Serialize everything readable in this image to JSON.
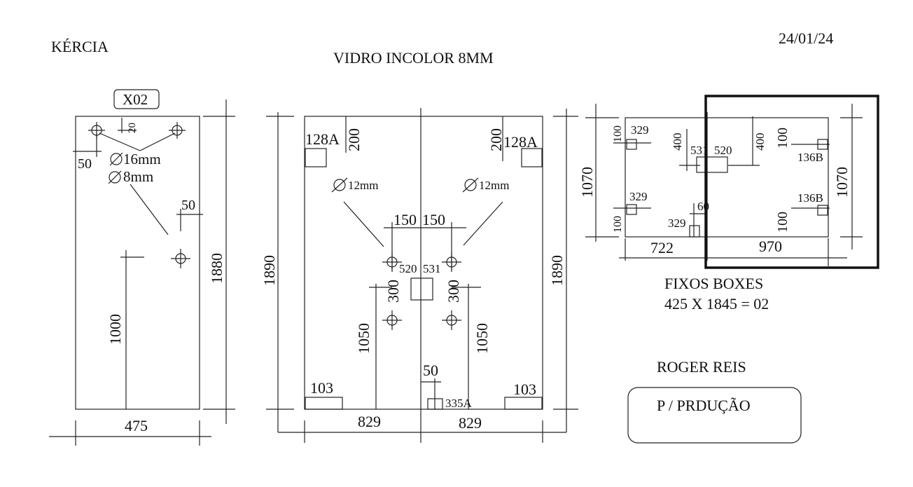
{
  "header": {
    "client": "KÉRCIA",
    "material": "VIDRO INCOLOR 8MM",
    "date": "24/01/24"
  },
  "panel_left": {
    "code": "X02",
    "hole_16": "16mm",
    "hole_8": "8mm",
    "dim_20": "20",
    "dim_50a": "50",
    "dim_50b": "50",
    "dim_1000": "1000",
    "dim_1880": "1880",
    "dim_475": "475"
  },
  "panel_middle": {
    "dim_1890_left": "1890",
    "dim_1890_right": "1890",
    "label_128a_left": "128A",
    "label_128a_right": "128A",
    "dim_200_left": "200",
    "dim_200_right": "200",
    "hole_12_left": "12mm",
    "hole_12_right": "12mm",
    "dim_150_left": "150",
    "dim_150_right": "150",
    "label_520": "520",
    "label_531": "531",
    "dim_300_left": "300",
    "dim_300_right": "300",
    "dim_1050_left": "1050",
    "dim_1050_right": "1050",
    "label_103_left": "103",
    "label_103_right": "103",
    "dim_50": "50",
    "label_335a": "335A",
    "dim_829_left": "829",
    "dim_829_right": "829"
  },
  "panel_right": {
    "dim_1070_left": "1070",
    "dim_1070_right": "1070",
    "dim_100_tl": "100",
    "dim_100_bl": "100",
    "dim_100_tr": "100",
    "dim_100_br": "100",
    "label_329_top": "329",
    "label_329_mid": "329",
    "label_329_bottom": "329",
    "dim_400_left": "400",
    "dim_400_right": "400",
    "label_531": "531",
    "label_520": "520",
    "dim_60": "60",
    "label_136b_top": "136B",
    "label_136b_bottom": "136B",
    "dim_722": "722",
    "dim_970": "970"
  },
  "notes": {
    "fixos_title": "FIXOS BOXES",
    "fixos_dims": "425 X 1845 = 02",
    "author": "ROGER REIS",
    "status": "P / PRDUÇÃO"
  }
}
